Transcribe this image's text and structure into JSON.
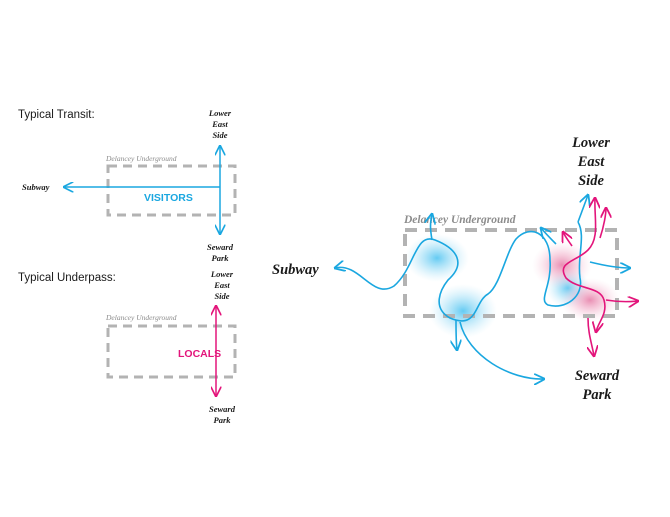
{
  "colors": {
    "visitors": "#1aa7e0",
    "locals": "#e3157b",
    "box": "#b3b3b3",
    "label_gray": "#8c8c8c",
    "text": "#1a1a1a"
  },
  "left": {
    "transit": {
      "heading": "Typical Transit:",
      "box_label": "Delancey Underground",
      "flow_label": "VISITORS",
      "top_place": [
        "Lower",
        "East",
        "Side"
      ],
      "bottom_place": [
        "Seward",
        "Park"
      ],
      "west_place": "Subway"
    },
    "underpass": {
      "heading": "Typical Underpass:",
      "box_label": "Delancey Underground",
      "flow_label": "LOCALS",
      "top_place": [
        "Lower",
        "East",
        "Side"
      ],
      "bottom_place": [
        "Seward",
        "Park"
      ]
    }
  },
  "right": {
    "box_label": "Delancey Underground",
    "west_place": "Subway",
    "top_place": [
      "Lower",
      "East",
      "Side"
    ],
    "bottom_place": [
      "Seward",
      "Park"
    ]
  }
}
